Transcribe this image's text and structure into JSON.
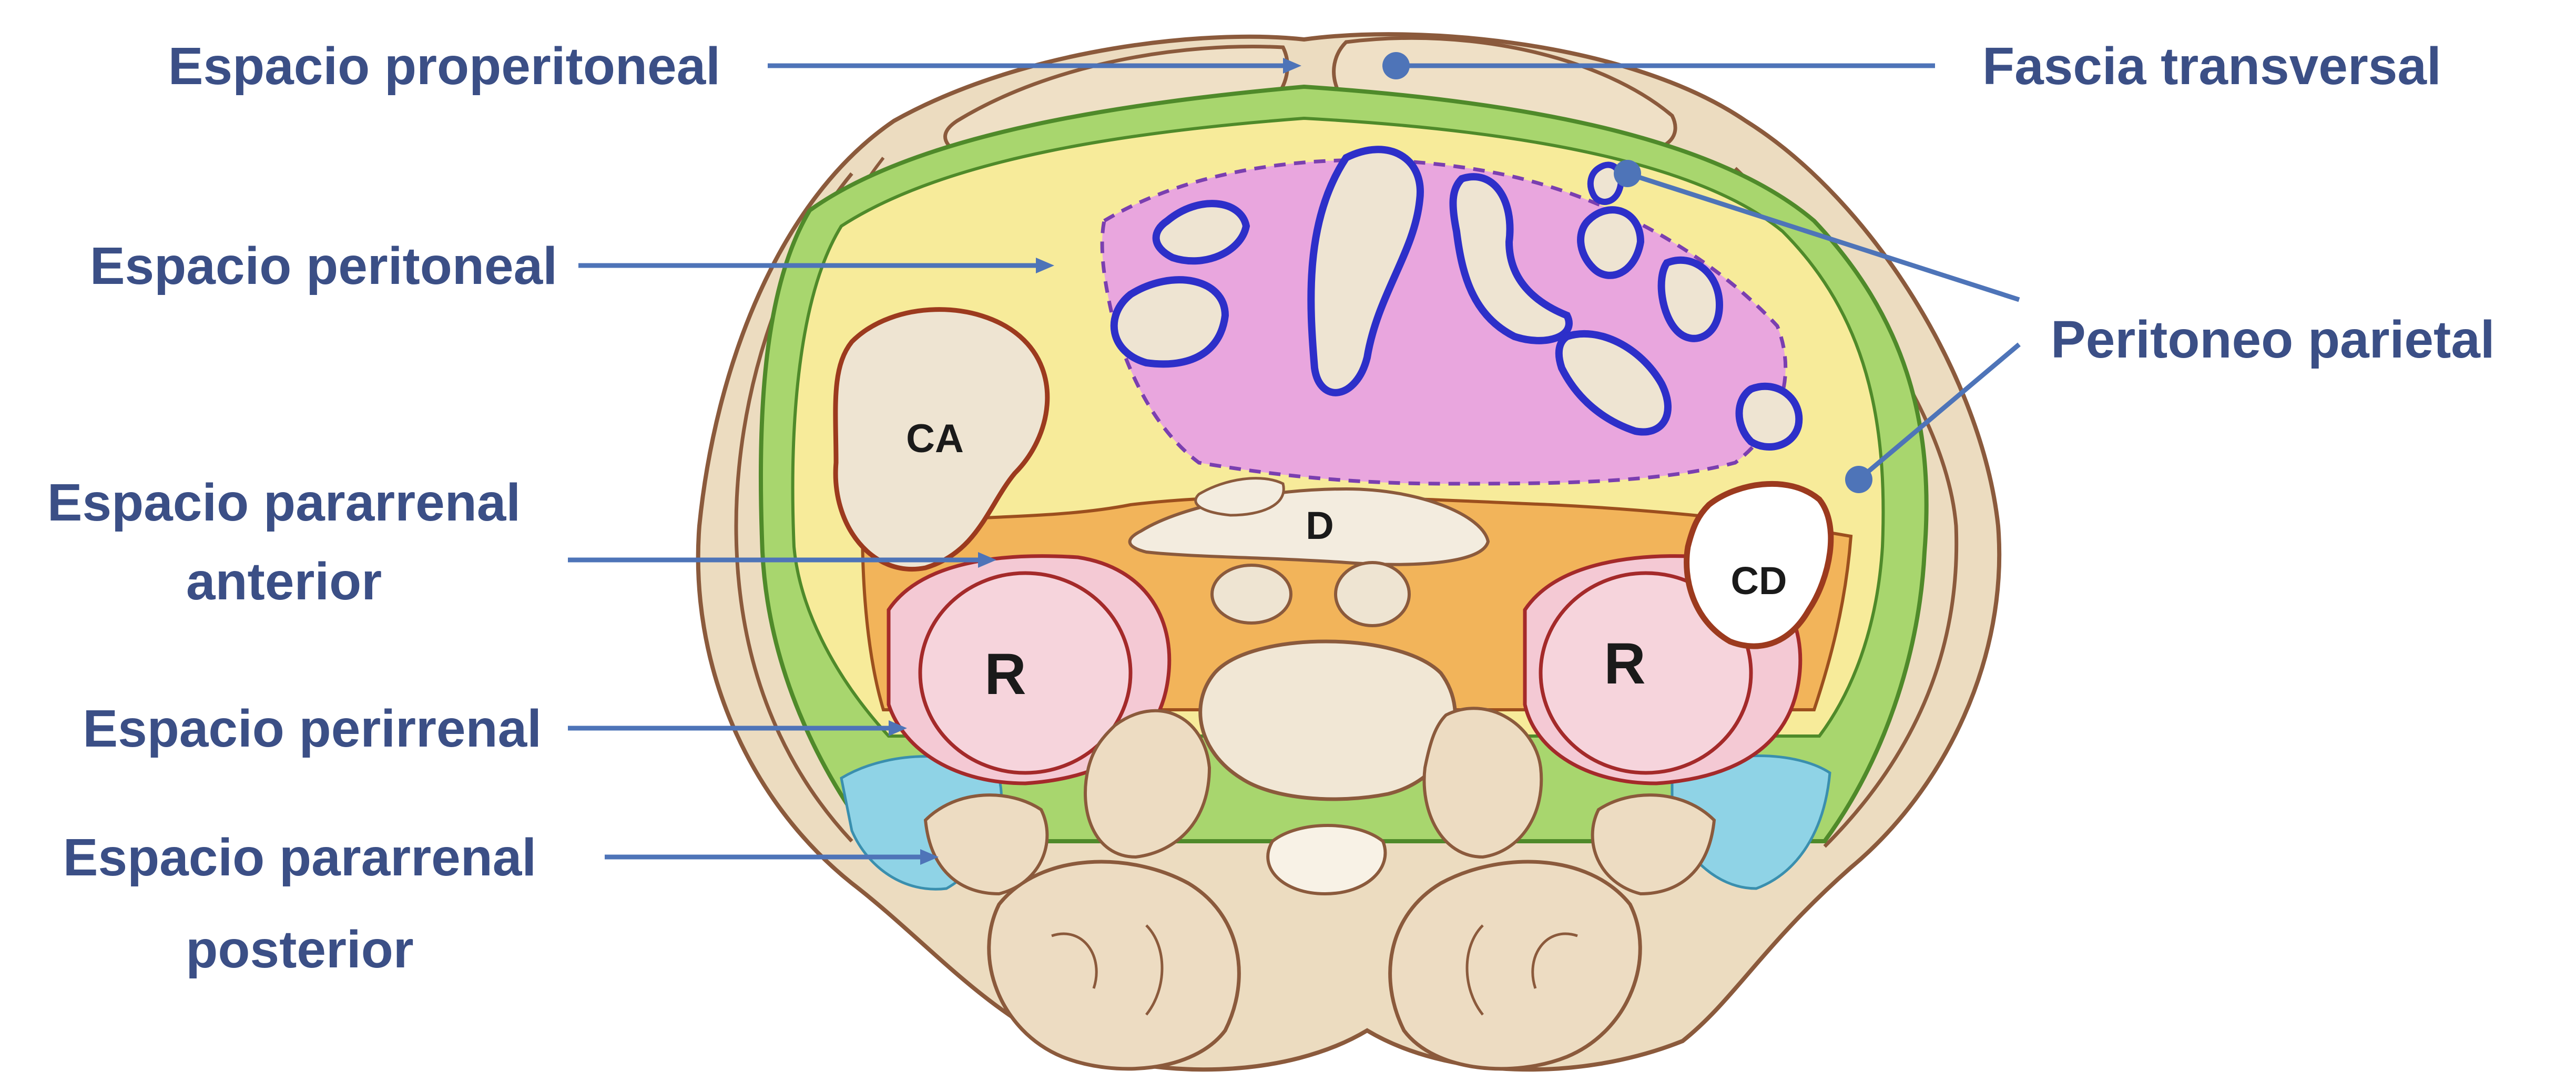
{
  "labels": {
    "properitoneal": "Espacio properitoneal",
    "fascia": "Fascia transversal",
    "peritoneal": "Espacio peritoneal",
    "peritoneo_parietal": "Peritoneo parietal",
    "pararrenal_anterior_1": "Espacio pararrenal",
    "pararrenal_anterior_2": "anterior",
    "perirrenal": "Espacio perirrenal",
    "pararrenal_posterior_1": "Espacio pararrenal",
    "pararrenal_posterior_2": "posterior"
  },
  "organs": {
    "colon_ascendente": "CA",
    "colon_descendente": "CD",
    "duodeno": "D",
    "rinon_izquierdo": "R",
    "rinon_derecho": "R"
  },
  "colors": {
    "label_text": "#3b4f86",
    "leader_line": "#4e74b8",
    "peritoneal_space": "#f7eb9a",
    "properitoneal_fat": "#a8d66e",
    "anterior_pararenal": "#f2b45a",
    "perirenal": "#f4c9d4",
    "posterior_pararenal": "#8fd3e6",
    "mesentery": "#e38fd6",
    "bowel_lumen": "#2d2fc9",
    "muscle": "#ecdcc0",
    "tissue_outline": "#8b5a3c"
  }
}
